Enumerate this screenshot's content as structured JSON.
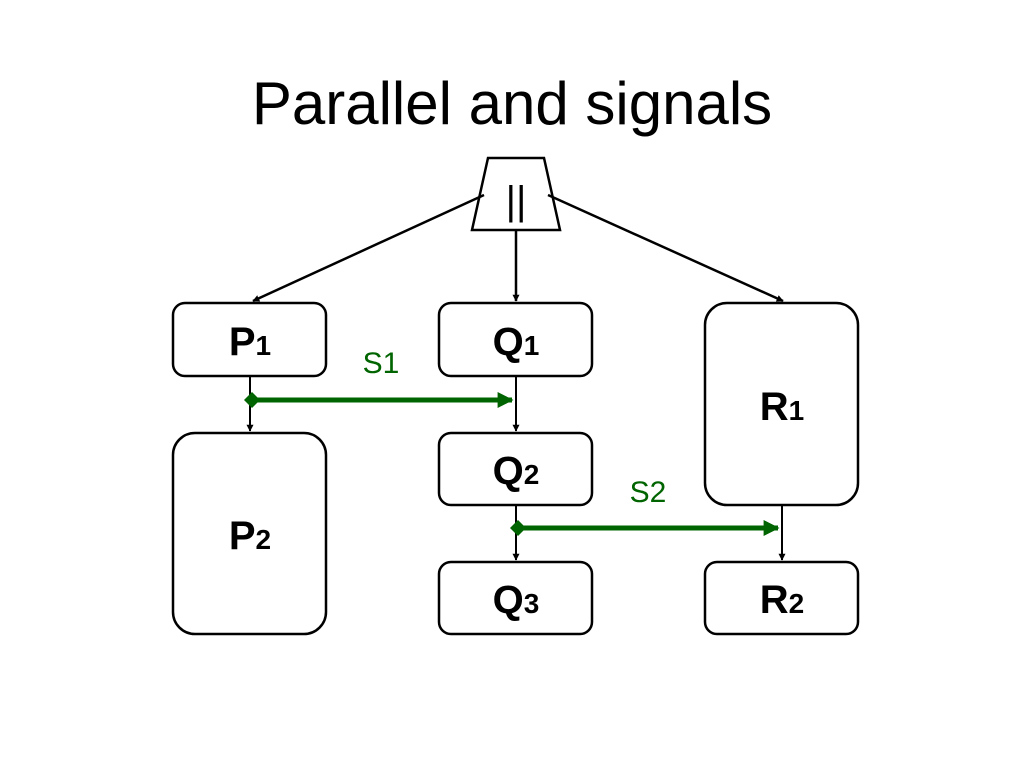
{
  "title": "Parallel and signals",
  "operator": {
    "symbol": "||"
  },
  "nodes": {
    "p1": {
      "name": "P",
      "index": "1"
    },
    "p2": {
      "name": "P",
      "index": "2"
    },
    "q1": {
      "name": "Q",
      "index": "1"
    },
    "q2": {
      "name": "Q",
      "index": "2"
    },
    "q3": {
      "name": "Q",
      "index": "3"
    },
    "r1": {
      "name": "R",
      "index": "1"
    },
    "r2": {
      "name": "R",
      "index": "2"
    }
  },
  "signals": {
    "s1": {
      "label": "S1",
      "from": "P1",
      "to": "Q1"
    },
    "s2": {
      "label": "S2",
      "from": "Q2",
      "to": "R1"
    }
  },
  "colors": {
    "signal": "#006400",
    "stroke": "#000000",
    "background": "#ffffff"
  }
}
